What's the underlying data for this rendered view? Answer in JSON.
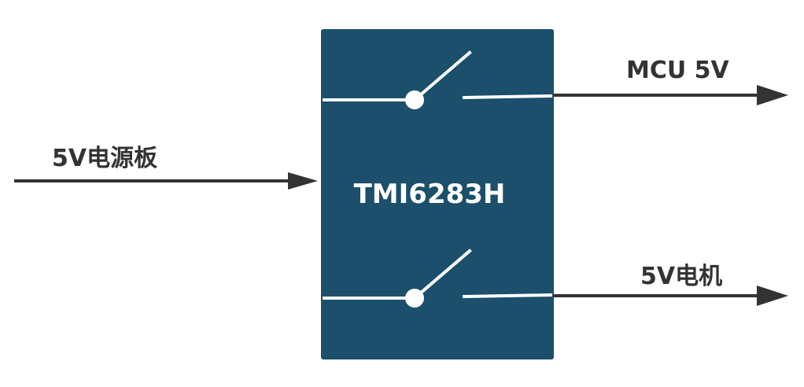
{
  "chip": {
    "label": "TMI6283H",
    "fill": "#1b4f6b"
  },
  "input": {
    "label": "5V电源板"
  },
  "outputs": [
    {
      "label": "MCU 5V"
    },
    {
      "label": "5V电机"
    }
  ],
  "colors": {
    "wire": "#333333",
    "switch": "#ffffff"
  }
}
